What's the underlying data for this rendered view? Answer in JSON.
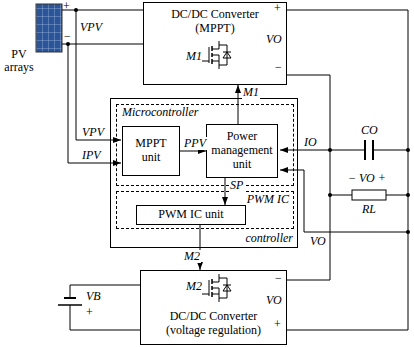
{
  "diagram": {
    "nodes": [
      {
        "text": [
          "DC/DC Converter (MPPT)"
        ]
      },
      {
        "text": [
          "controller"
        ]
      },
      {
        "text": [
          "Microcontroller"
        ],
        "in": 1
      },
      {
        "text": [
          "MPPT unit"
        ],
        "in": 2
      },
      {
        "text": [
          "Power management unit"
        ],
        "in": 2
      },
      {
        "text": [
          "PWM IC"
        ],
        "in": 1
      },
      {
        "text": [
          "PWM IC unit"
        ],
        "in": 5
      },
      {
        "text": [
          "DC/DC Converter (voltage regulation)"
        ]
      }
    ],
    "edges": [
      {
        "from": 3,
        "to": 4,
        "label": "PPV",
        "arrow": "to"
      },
      {
        "from": 4,
        "to": 0,
        "label": "M1",
        "arrow": "to"
      },
      {
        "from": 4,
        "to": 6,
        "label": "SP",
        "arrow": "to"
      },
      {
        "from": 6,
        "to": 7,
        "label": "M2",
        "arrow": "to"
      }
    ],
    "labels": [
      "PV arrays",
      "+",
      "−",
      "VPV",
      "M1",
      "+",
      "VO",
      "−",
      "CO",
      "− VO +",
      "RL",
      "VPV",
      "IPV",
      "IO",
      "VO",
      "M2",
      "−",
      "VO",
      "+",
      "VB",
      "+"
    ]
  }
}
